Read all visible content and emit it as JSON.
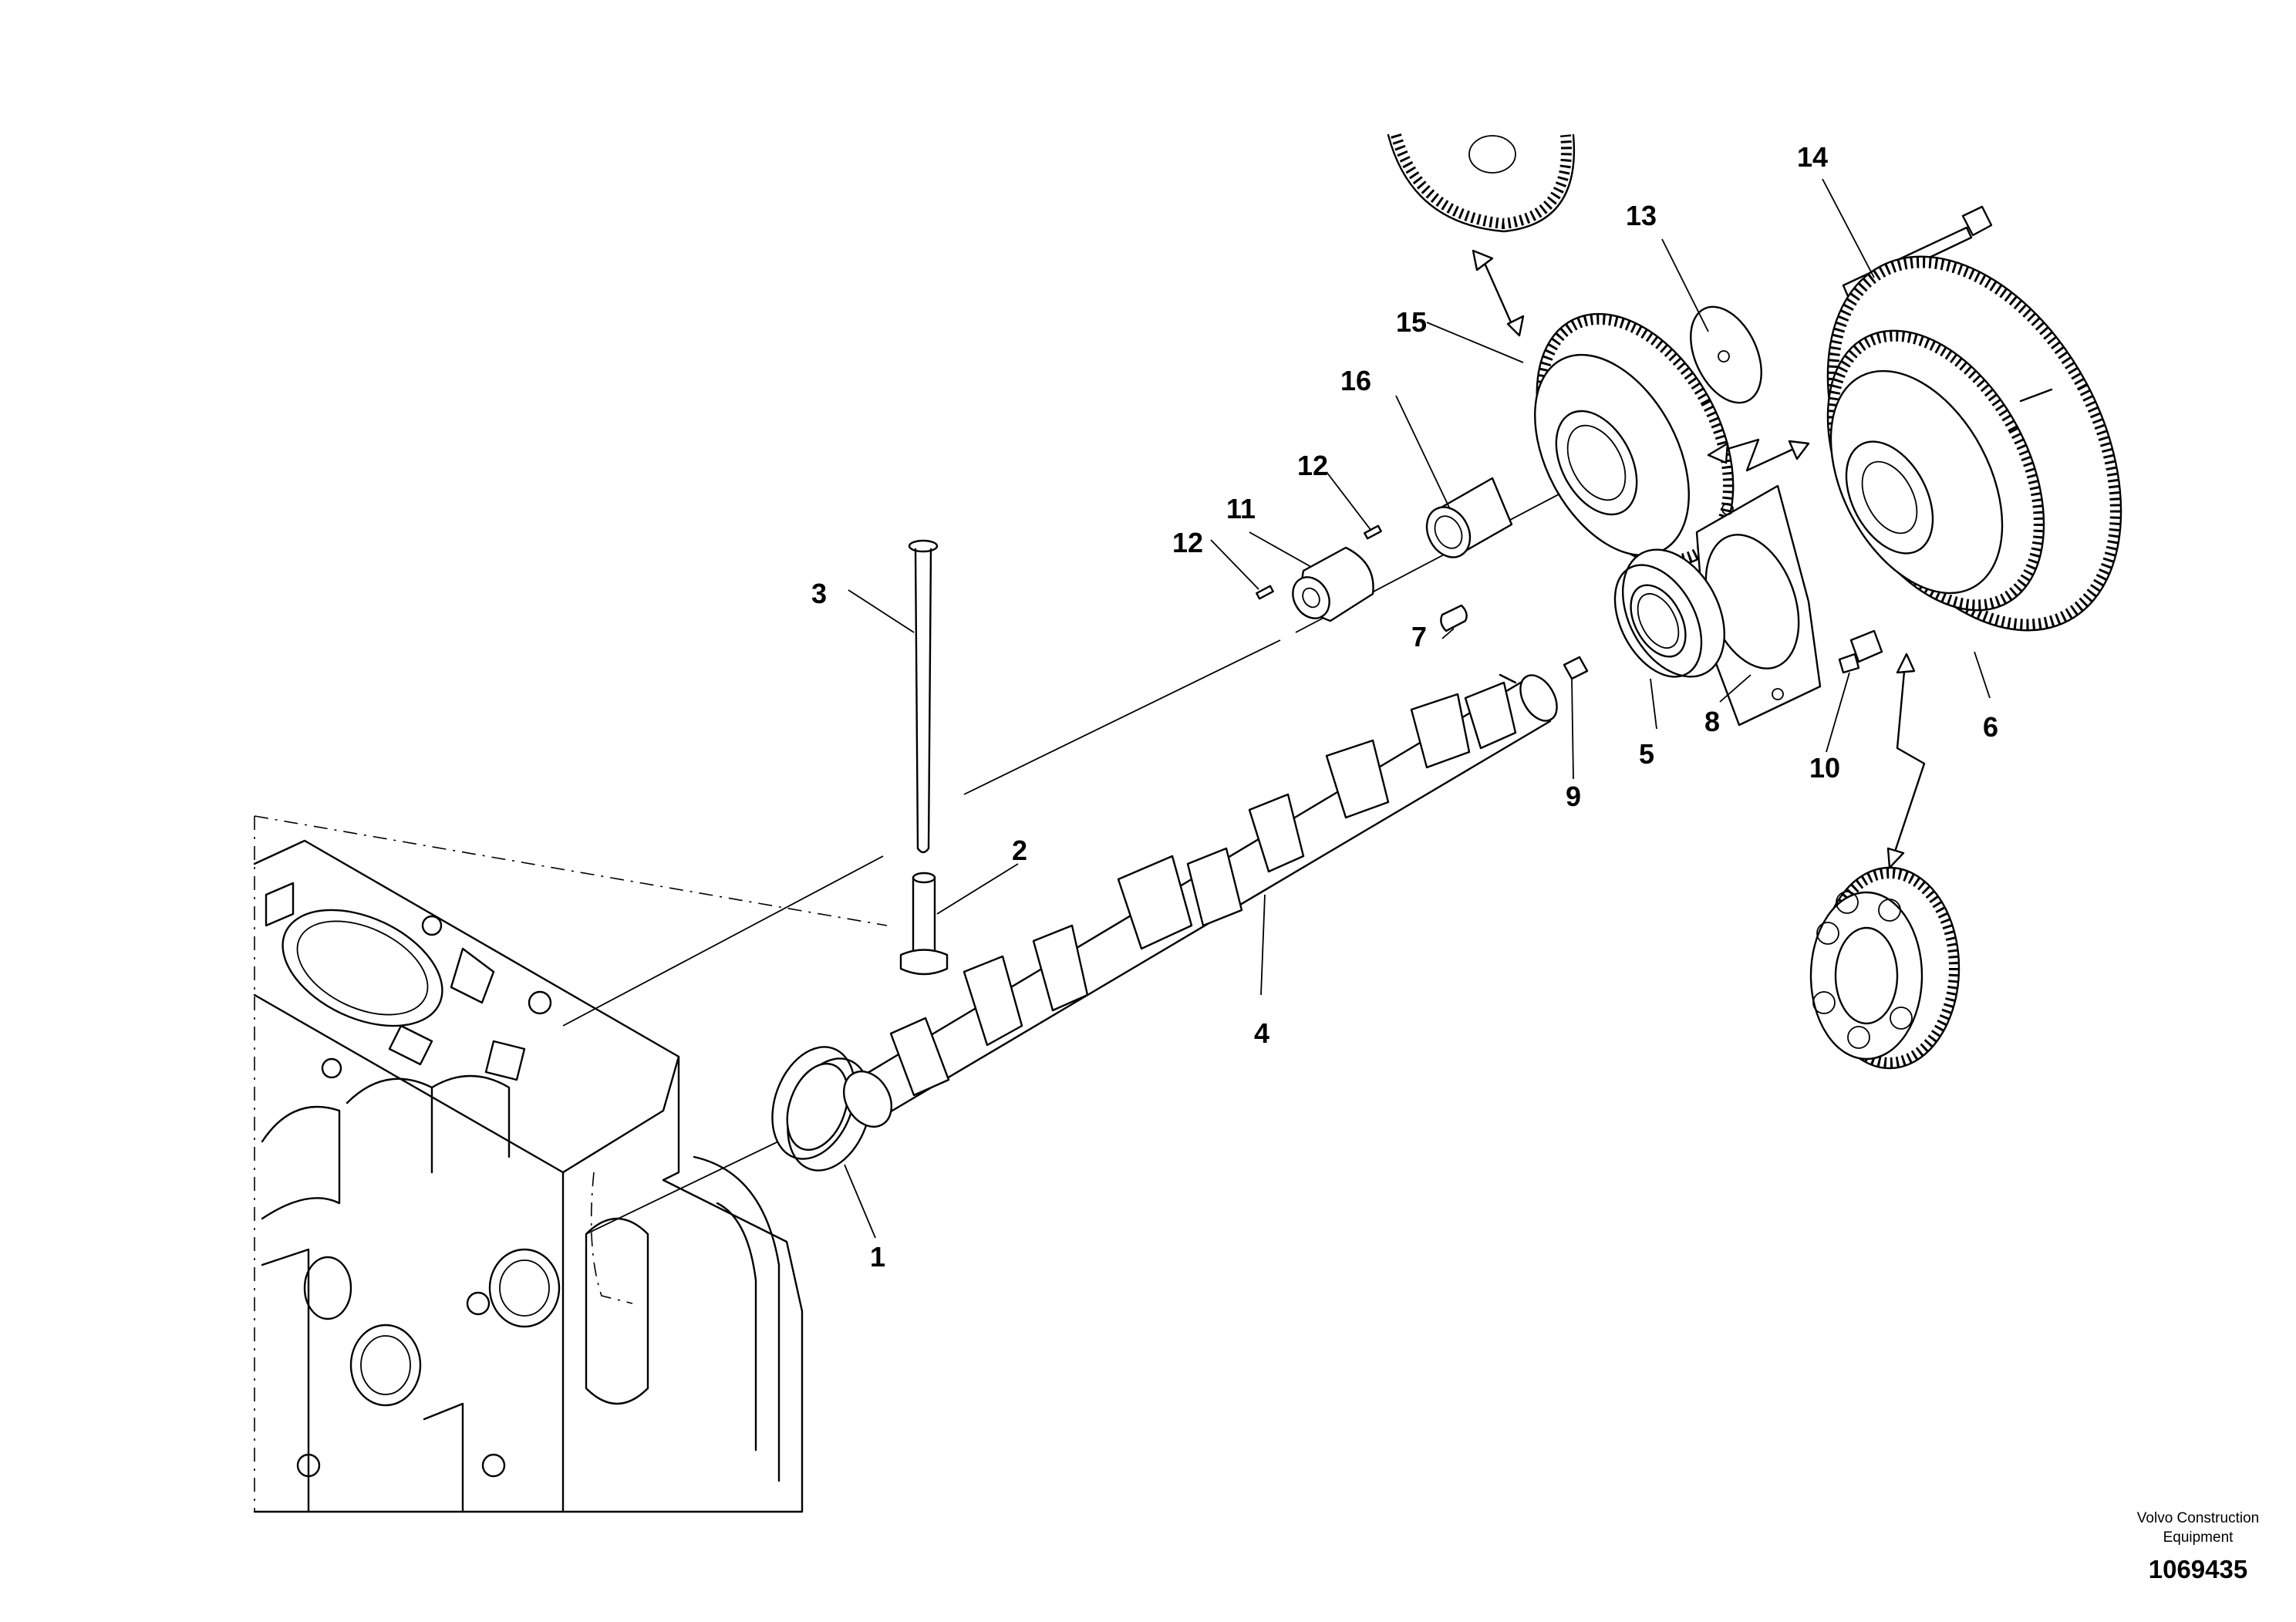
{
  "callouts": [
    {
      "id": "1",
      "label": "1"
    },
    {
      "id": "2",
      "label": "2"
    },
    {
      "id": "3",
      "label": "3"
    },
    {
      "id": "4",
      "label": "4"
    },
    {
      "id": "5",
      "label": "5"
    },
    {
      "id": "6",
      "label": "6"
    },
    {
      "id": "7",
      "label": "7"
    },
    {
      "id": "8",
      "label": "8"
    },
    {
      "id": "9",
      "label": "9"
    },
    {
      "id": "10",
      "label": "10"
    },
    {
      "id": "11",
      "label": "11"
    },
    {
      "id": "12a",
      "label": "12"
    },
    {
      "id": "12b",
      "label": "12"
    },
    {
      "id": "13",
      "label": "13"
    },
    {
      "id": "14",
      "label": "14"
    },
    {
      "id": "15",
      "label": "15"
    },
    {
      "id": "16",
      "label": "16"
    }
  ],
  "footer": {
    "credit_line1": "Volvo Construction",
    "credit_line2": "Equipment",
    "drawing_number": "1069435"
  }
}
